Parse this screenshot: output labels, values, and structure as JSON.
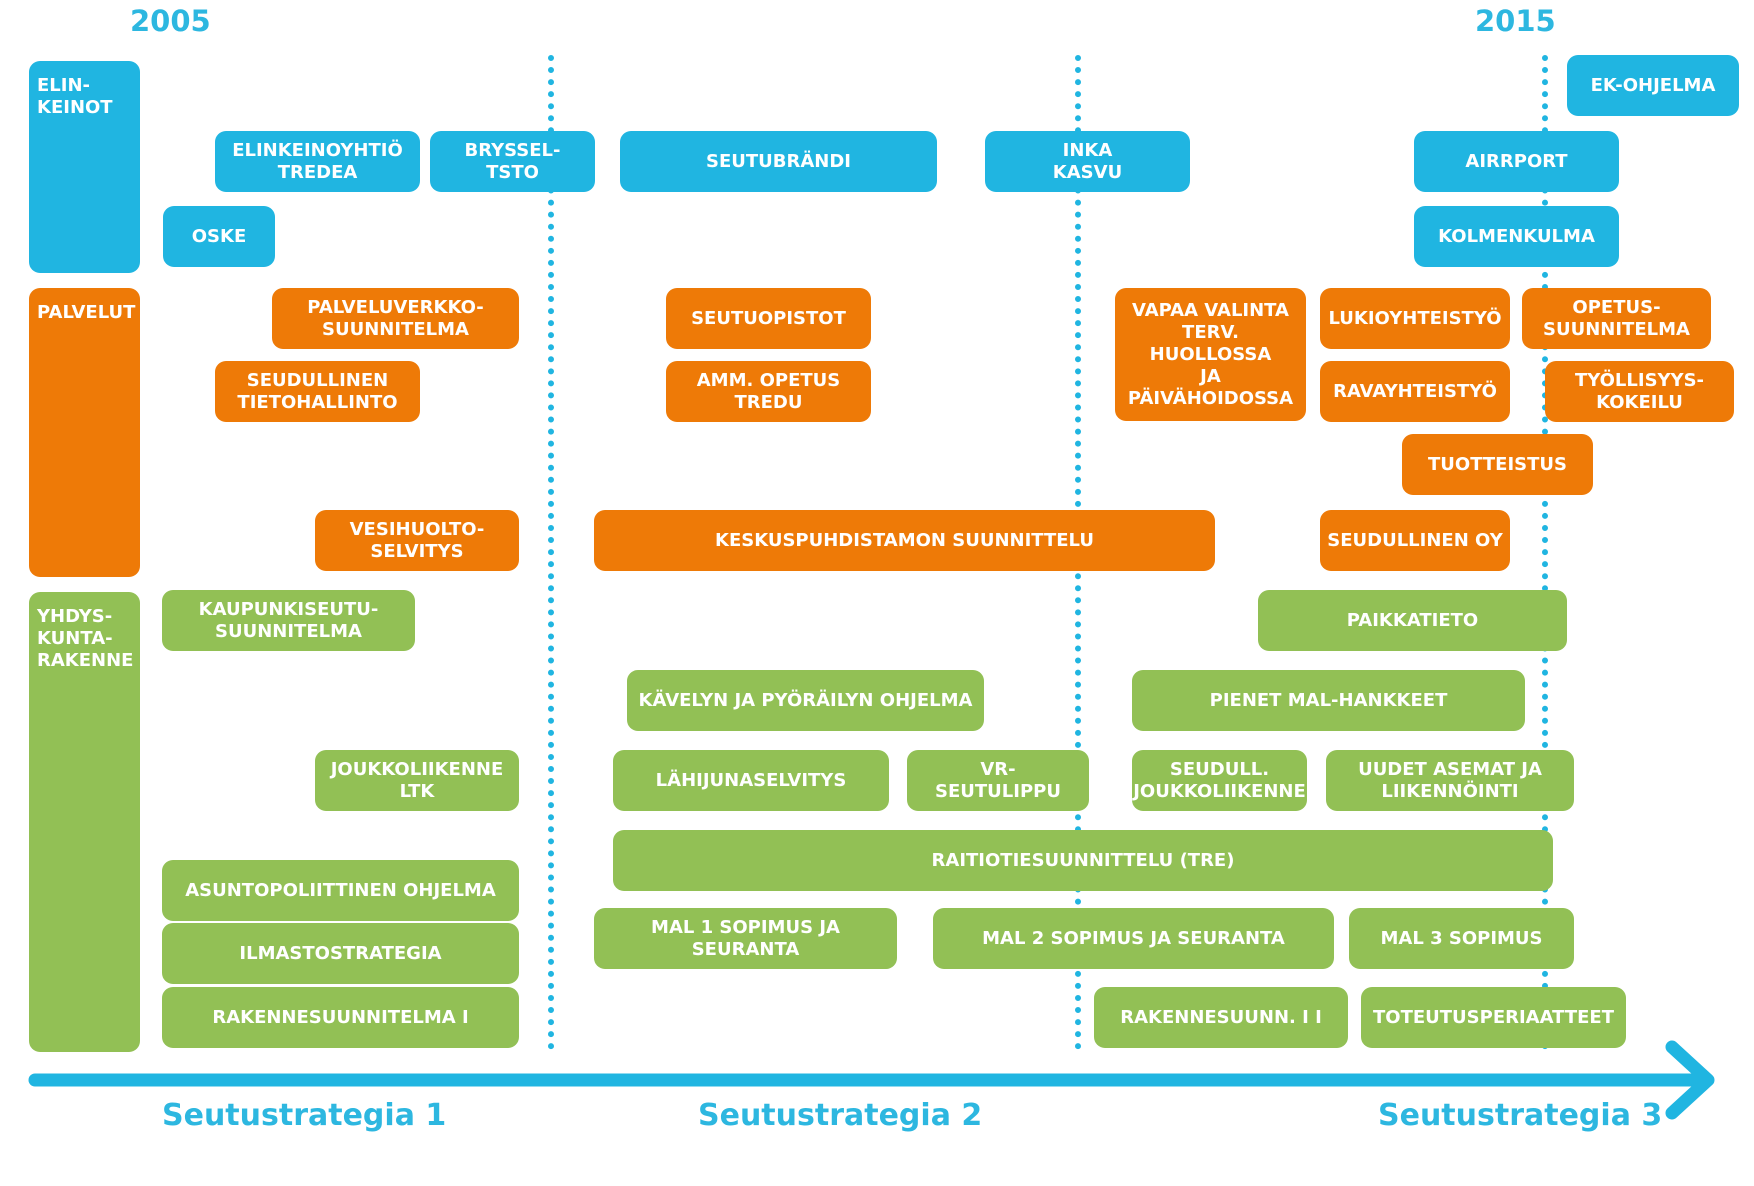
{
  "years": {
    "start": "2005",
    "end": "2015"
  },
  "categories": {
    "elinkeinot": "ELIN-\nKEINOT",
    "palvelut": "PALVELUT",
    "yhdyskuntarakenne": "YHDYS-\nKUNTA-\nRAKENNE"
  },
  "strategies": [
    "Seutustrategia 1",
    "Seutustrategia 2",
    "Seutustrategia 3"
  ],
  "items": {
    "elinkeinoyhtio": "ELINKEINOYHTIÖ\nTREDEA",
    "bryssel": "BRYSSEL-\nTSTO",
    "seutubrandi": "SEUTUBRÄNDI",
    "inka": "INKA\nKASVU",
    "ek": "EK-OHJELMA",
    "airrport": "AIRRPORT",
    "oske": "OSKE",
    "kolmenkulma": "KOLMENKULMA",
    "palveluverkko": "PALVELUVERKKO-\nSUUNNITELMA",
    "seutuopistot": "SEUTUOPISTOT",
    "vapaavalinta": "VAPAA VALINTA\nTERV. HUOLLOSSA\nJA PÄIVÄHOIDOSSA",
    "lukio": "LUKIOYHTEISTYÖ",
    "opetus": "OPETUS-\nSUUNNITELMA",
    "tietohallinto": "SEUDULLINEN\nTIETOHALLINTO",
    "ammopetus": "AMM. OPETUS\nTREDU",
    "ravay": "RAVAYHTEISTYÖ",
    "tyollisyys": "TYÖLLISYYS-\nKOKEILU",
    "tuotteistus": "TUOTTEISTUS",
    "vesihuolto": "VESIHUOLTO-\nSELVITYS",
    "keskuspuhdistamo": "KESKUSPUHDISTAMON SUUNNITTELU",
    "seudullinenoy": "SEUDULLINEN OY",
    "kaupunkiseutu": "KAUPUNKISEUTU-\nSUUNNITELMA",
    "paikkatieto": "PAIKKATIETO",
    "kavely": "KÄVELYN JA PYÖRÄILYN OHJELMA",
    "pienetmal": "PIENET MAL-HANKKEET",
    "joukkoliikenne": "JOUKKOLIIKENNE\nLTK",
    "lahijuna": "LÄHIJUNASELVITYS",
    "vrseutulippu": "VR-\nSEUTULIPPU",
    "seudulljoukko": "SEUDULL.\nJOUKKOLIIKENNE",
    "uudetasemat": "UUDET ASEMAT JA\nLIIKENNÖINTI",
    "raitiotie": "RAITIOTIESUUNNITTELU (TRE)",
    "asuntopoliittinen": "ASUNTOPOLIITTINEN OHJELMA",
    "ilmasto": "ILMASTOSTRATEGIA",
    "mal1": "MAL 1 SOPIMUS JA SEURANTA",
    "mal2": "MAL 2 SOPIMUS JA SEURANTA",
    "mal3": "MAL 3 SOPIMUS",
    "rakenne1": "RAKENNESUUNNITELMA I",
    "rakenne2": "RAKENNESUUNN. I I",
    "toteutus": "TOTEUTUSPERIAATTEET"
  },
  "colors": {
    "elinkeinot": "#20b5e1",
    "palvelut": "#ee7a07",
    "yhdyskuntarakenne": "#92c055",
    "timeline": "#20b5e1"
  }
}
